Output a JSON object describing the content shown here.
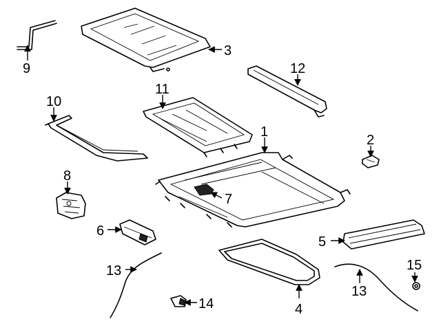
{
  "callouts": [
    {
      "id": "c1",
      "label": "1"
    },
    {
      "id": "c2",
      "label": "2"
    },
    {
      "id": "c3",
      "label": "3"
    },
    {
      "id": "c4",
      "label": "4"
    },
    {
      "id": "c5",
      "label": "5"
    },
    {
      "id": "c6",
      "label": "6"
    },
    {
      "id": "c7",
      "label": "7"
    },
    {
      "id": "c8",
      "label": "8"
    },
    {
      "id": "c9",
      "label": "9"
    },
    {
      "id": "c10",
      "label": "10"
    },
    {
      "id": "c11",
      "label": "11"
    },
    {
      "id": "c12",
      "label": "12"
    },
    {
      "id": "c13a",
      "label": "13"
    },
    {
      "id": "c13b",
      "label": "13"
    },
    {
      "id": "c14",
      "label": "14"
    },
    {
      "id": "c15",
      "label": "15"
    }
  ]
}
